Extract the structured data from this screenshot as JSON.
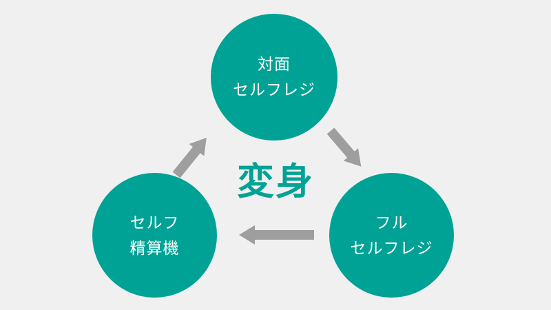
{
  "diagram": {
    "center_label": "変身",
    "nodes": [
      {
        "id": "taimen-self-checkout",
        "lines": [
          "対面",
          "セルフレジ"
        ]
      },
      {
        "id": "self-seisanki",
        "lines": [
          "セルフ",
          "精算機"
        ]
      },
      {
        "id": "full-self-checkout",
        "lines": [
          "フル",
          "セルフレジ"
        ]
      }
    ],
    "arrows": [
      {
        "id": "arrow-bottomleft-to-top",
        "direction": "up-right"
      },
      {
        "id": "arrow-top-to-bottomright",
        "direction": "down-right"
      },
      {
        "id": "arrow-bottomright-to-bottomleft",
        "direction": "left"
      }
    ],
    "colors": {
      "background": "#f0f0f0",
      "circle": "#00a295",
      "circle_text": "#ffffff",
      "arrow": "#9e9e9e",
      "center_text": "#00a295"
    }
  }
}
